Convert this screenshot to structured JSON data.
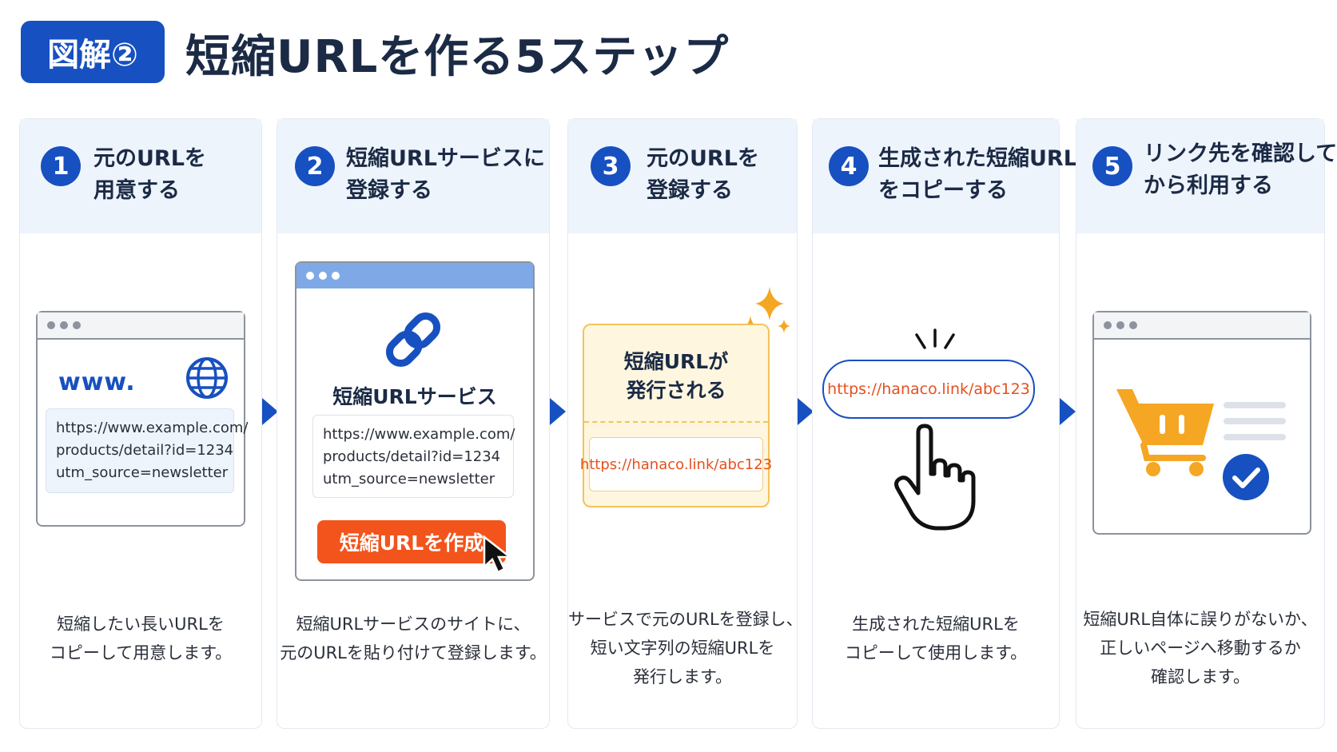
{
  "header": {
    "badge": "図解②",
    "title": "短縮URLを作る5ステップ"
  },
  "colors": {
    "primary": "#1750c0",
    "accent_orange": "#f2541b",
    "cart_orange": "#f5a623",
    "highlight_bg": "#fff6df",
    "panel_head_bg": "#eef4fc"
  },
  "steps": [
    {
      "number": "1",
      "title_lines": [
        "元のURLを",
        "用意する"
      ],
      "www_label": "www.",
      "url_lines": [
        "https://www.example.com/",
        "products/detail?id=1234",
        "utm_source=newsletter"
      ],
      "desc_lines": [
        "短縮したい長いURLを",
        "コピーして用意します。"
      ],
      "icons": [
        "browser-window-icon",
        "globe-icon"
      ]
    },
    {
      "number": "2",
      "title_lines": [
        "短縮URLサービスに",
        "登録する"
      ],
      "service_name": "短縮URLサービス",
      "url_lines": [
        "https://www.example.com/",
        "products/detail?id=1234",
        "utm_source=newsletter"
      ],
      "button_label": "短縮URLを作成",
      "desc_lines": [
        "短縮URLサービスのサイトに、",
        "元のURLを貼り付けて登録します。"
      ],
      "icons": [
        "link-chain-icon",
        "mouse-cursor-icon"
      ]
    },
    {
      "number": "3",
      "title_lines": [
        "元のURLを",
        "登録する"
      ],
      "issued_lines": [
        "短縮URLが",
        "発行される"
      ],
      "short_url": "https://hanaco.link/abc123",
      "desc_lines": [
        "サービスで元のURLを登録し、",
        "短い文字列の短縮URLを",
        "発行します。"
      ],
      "icons": [
        "sparkle-icon"
      ]
    },
    {
      "number": "4",
      "title_lines": [
        "生成された短縮URL",
        "をコピーする"
      ],
      "short_url": "https://hanaco.link/abc123",
      "desc_lines": [
        "生成された短縮URLを",
        "コピーして使用します。"
      ],
      "icons": [
        "pointing-hand-icon",
        "click-burst-icon"
      ]
    },
    {
      "number": "5",
      "title_lines": [
        "リンク先を確認して",
        "から利用する"
      ],
      "desc_lines": [
        "短縮URL自体に誤りがないか、",
        "正しいページへ移動するか",
        "確認します。"
      ],
      "icons": [
        "shopping-cart-icon",
        "check-circle-icon"
      ]
    }
  ]
}
